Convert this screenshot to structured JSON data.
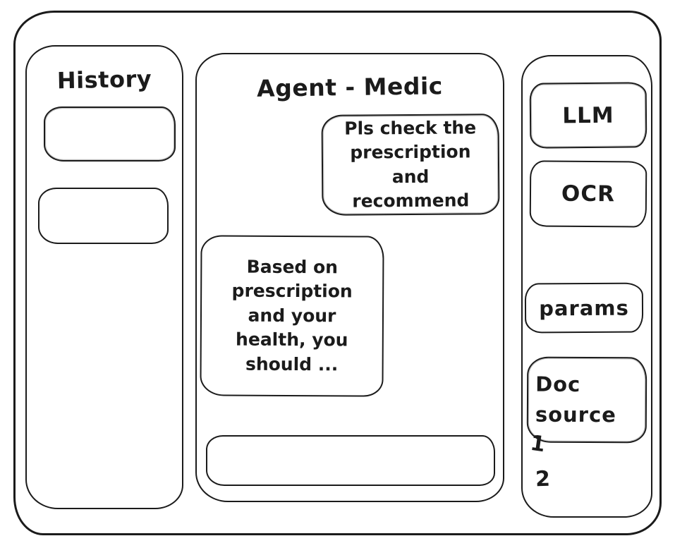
{
  "colors": {
    "stroke": "#1b1b1b",
    "background": "#ffffff"
  },
  "history_panel": {
    "title": "History",
    "items": [
      {
        "label": ""
      },
      {
        "label": ""
      }
    ]
  },
  "chat_panel": {
    "title": "Agent - Medic",
    "messages": [
      {
        "role": "user",
        "text": "Pls check the prescription and recommend"
      },
      {
        "role": "assistant",
        "text": "Based on prescription and your health, you should ..."
      }
    ],
    "input": {
      "value": ""
    }
  },
  "tools_panel": {
    "llm_label": "LLM",
    "ocr_label": "OCR",
    "params_label": "params",
    "doc_source_label": "Doc source",
    "doc_source_items": [
      "1",
      "2"
    ]
  }
}
